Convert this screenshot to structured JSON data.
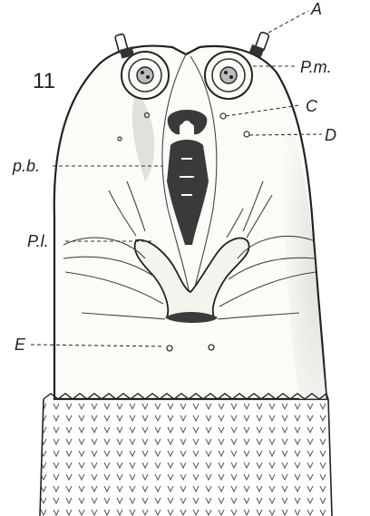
{
  "figure": {
    "number": "11",
    "labels": {
      "A": "A",
      "Pm": "P.m.",
      "C": "C",
      "D": "D",
      "pb": "p.b.",
      "Pl": "P.l.",
      "E": "E"
    }
  }
}
